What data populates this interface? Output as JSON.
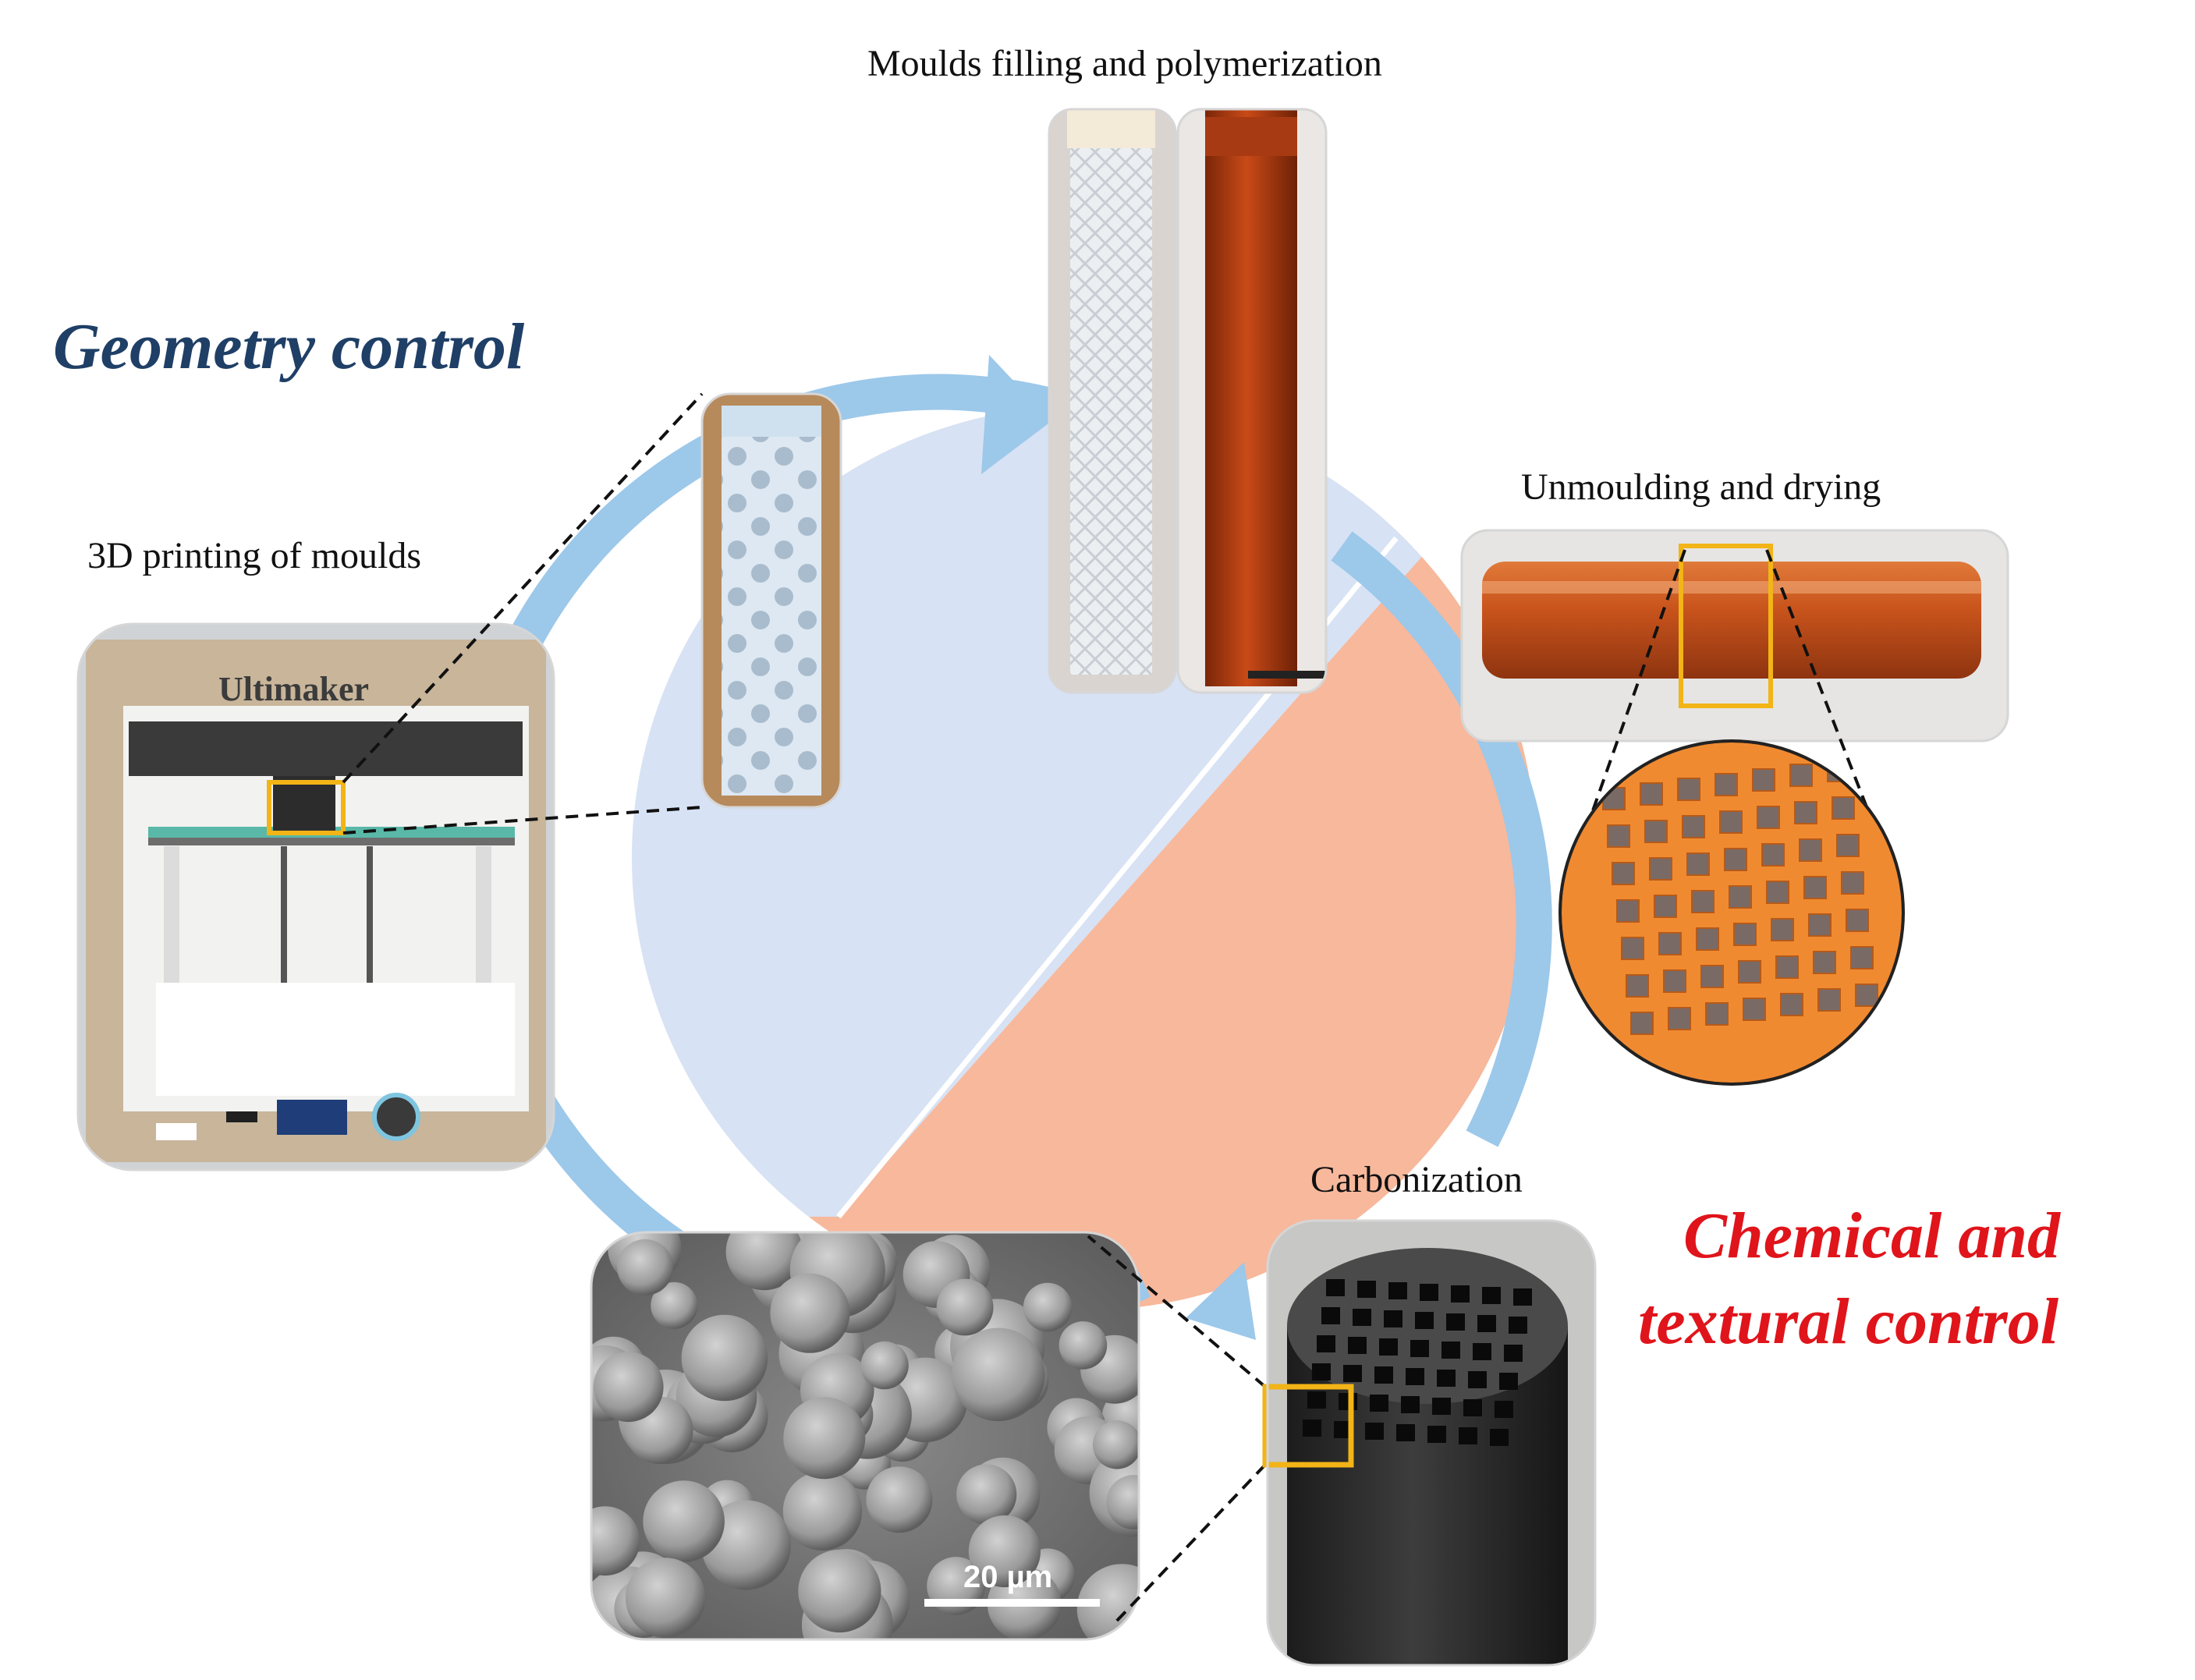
{
  "titles": {
    "geometry": "Geometry control",
    "chemical_line1": "Chemical and",
    "chemical_line2": "textural control"
  },
  "steps": {
    "printing": "3D printing of moulds",
    "filling": "Moulds filling  and polymerization",
    "unmoulding": "Unmoulding  and drying",
    "carbonization": "Carbonization"
  },
  "printer": {
    "brand": "Ultimaker"
  },
  "sem": {
    "scale_label": "20 µm"
  },
  "colors": {
    "geometry_title": "#1f3f66",
    "chemical_title": "#e0141b",
    "cycle_arrow": "#9cc8ea",
    "geometry_half": "#d7e2f4",
    "chemical_half": "#f7b89c",
    "highlight_box": "#f2b416",
    "resin_orange": "#c9541c",
    "carbon_dark": "#2a2a2a"
  }
}
